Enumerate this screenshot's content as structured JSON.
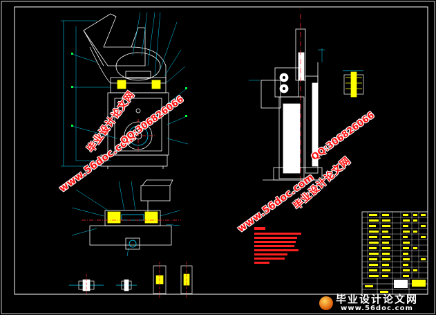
{
  "colors": {
    "background": "#000000",
    "frame": "#ffffff",
    "drawing_line": "#ffffff",
    "dimension_line": "#00d8ff",
    "hatch": "#ff40ff",
    "center_line": "#ff2a2a",
    "title_block_fill": "#ffff00",
    "watermark": "#ff1010",
    "leader": "#00ff40"
  },
  "watermarks": {
    "url": "www.56doc.com",
    "qq": "QQ:306826066",
    "site_name": "毕业设计论文网"
  },
  "footer": {
    "site_name": "毕业设计论文网",
    "url": "www.56doc.com",
    "icon": "globe-logo-icon"
  },
  "drawing": {
    "views": [
      "front-view",
      "top-view",
      "side-view",
      "detail-views",
      "part-detail"
    ],
    "notes_block": "technical-requirements-notes",
    "title_block": "title-block-table"
  }
}
